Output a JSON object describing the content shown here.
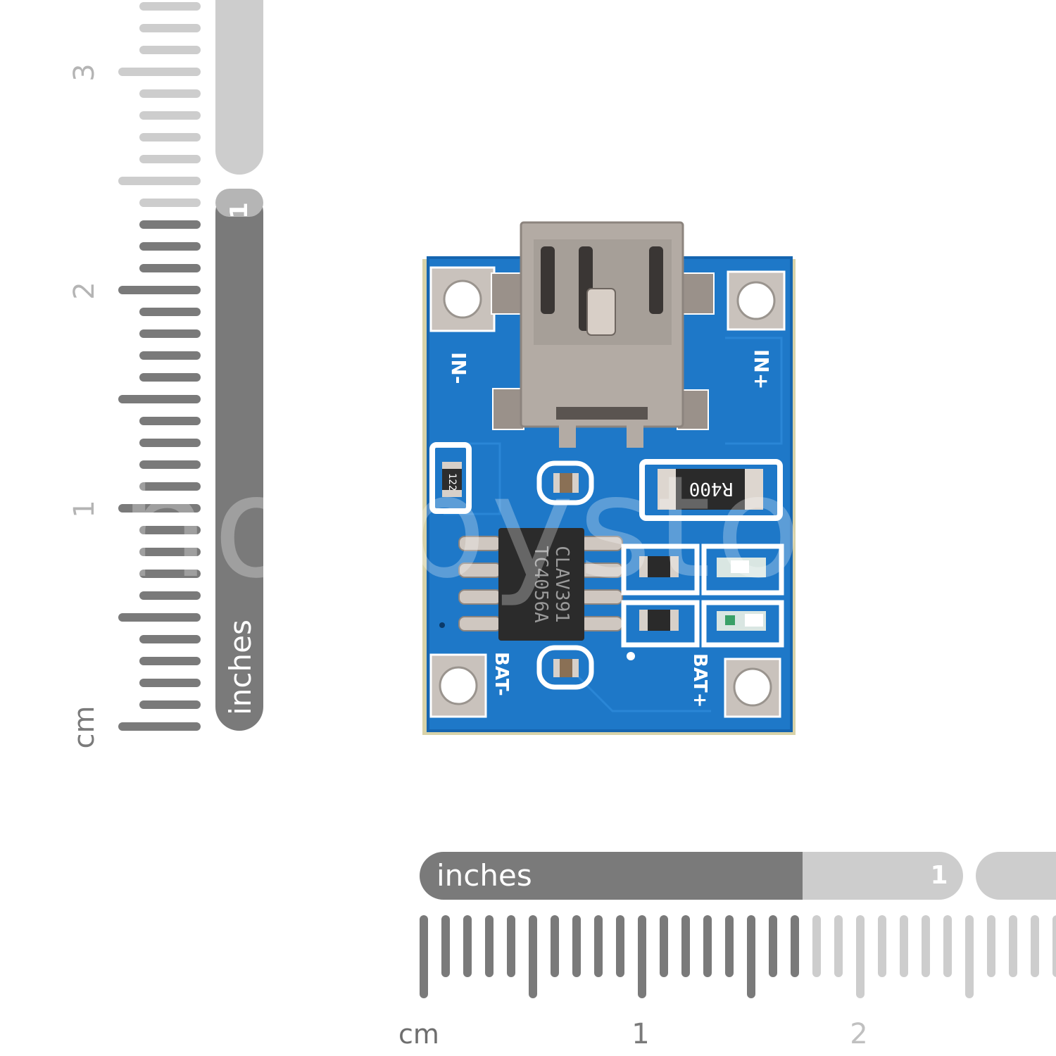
{
  "colors": {
    "ruler_dark": "#7a7a7a",
    "ruler_light": "#c8c8c8",
    "pcb_blue": "#1e78c8",
    "pcb_silk": "#ffffff",
    "metal": "#b9b2ac",
    "background": "#ffffff"
  },
  "vertical_ruler": {
    "inch_label": "inches",
    "inch_number": "1",
    "cm_label": "cm",
    "cm_numbers": [
      "1",
      "2",
      "3"
    ]
  },
  "horizontal_ruler": {
    "inch_label": "inches",
    "inch_number": "1",
    "cm_label": "cm",
    "cm_numbers": [
      "1",
      "2"
    ]
  },
  "board": {
    "labels": {
      "in_minus": "IN-",
      "in_plus": "IN+",
      "bat_minus": "BAT-",
      "bat_plus": "BAT+"
    },
    "chip": {
      "line1": "TC4056A",
      "line2": "CLAV391"
    },
    "resistor_large": "R400",
    "resistor_small": "122"
  },
  "watermark": "hobbystore"
}
